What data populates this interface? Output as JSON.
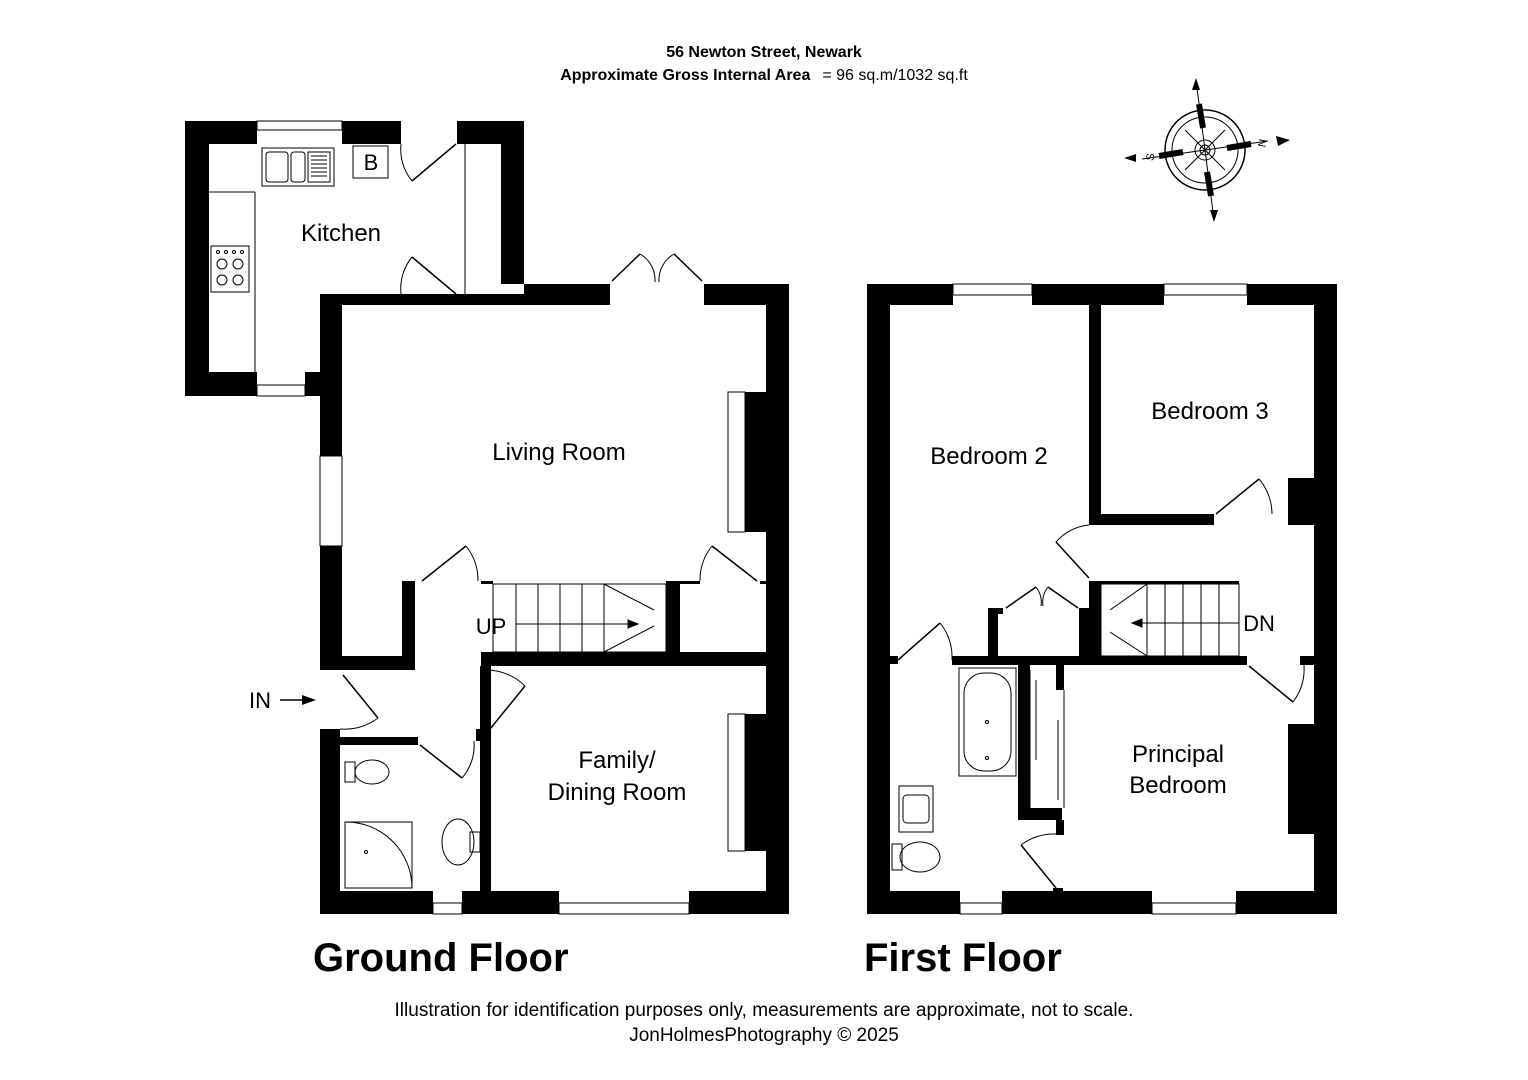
{
  "header": {
    "title": "56 Newton Street, Newark",
    "area_label": "Approximate Gross Internal Area",
    "area_value": "= 96 sq.m/1032 sq.ft"
  },
  "compass": {
    "north": "N",
    "south": "S"
  },
  "ground_floor": {
    "title": "Ground Floor",
    "rooms": {
      "kitchen": "Kitchen",
      "living": "Living Room",
      "family_1": "Family/",
      "family_2": "Dining Room"
    },
    "boiler": "B",
    "stairs": "UP",
    "entrance": "IN"
  },
  "first_floor": {
    "title": "First Floor",
    "rooms": {
      "bed2": "Bedroom 2",
      "bed3": "Bedroom 3",
      "principal_1": "Principal",
      "principal_2": "Bedroom"
    },
    "stairs": "DN"
  },
  "footer": {
    "disclaimer": "Illustration for identification purposes only, measurements are approximate, not to scale.",
    "credit": "JonHolmesPhotography © 2025"
  }
}
